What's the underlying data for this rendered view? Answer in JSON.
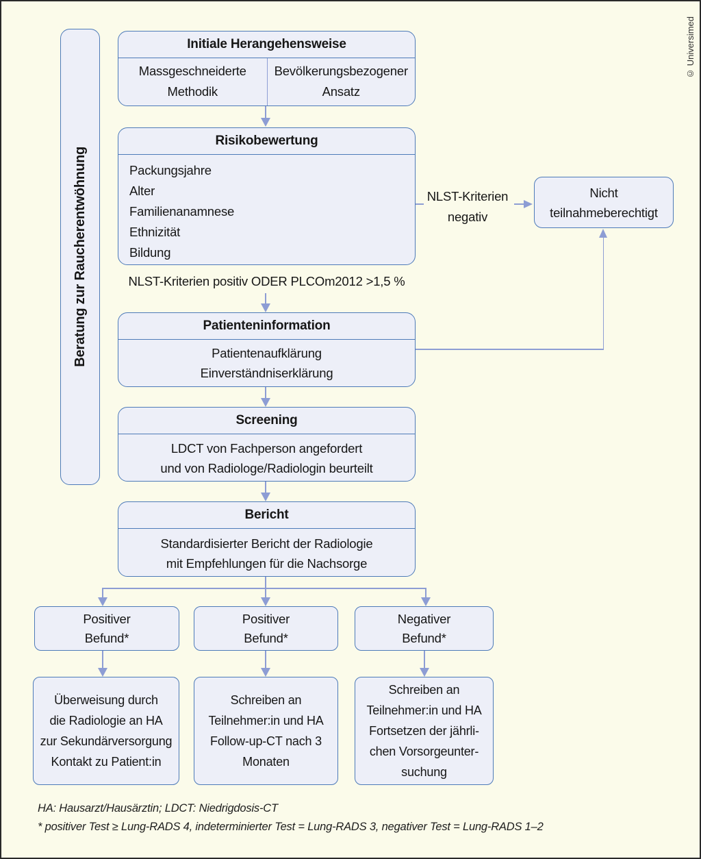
{
  "meta": {
    "copyright": "© Universimed"
  },
  "sidebar": {
    "label": "Beratung zur Raucherentwöhnung"
  },
  "flow": {
    "initial": {
      "title": "Initiale Herangehensweise",
      "tailored": [
        "Massgeschneiderte",
        "Methodik"
      ],
      "population": [
        "Bevölkerungsbezogener",
        "Ansatz"
      ]
    },
    "risk": {
      "title": "Risikobewertung",
      "factors": [
        "Packungsjahre",
        "Alter",
        "Familienanamnese",
        "Ethnizität",
        "Bildung"
      ]
    },
    "nlst_negative_label": [
      "NLST-Kriterien",
      "negativ"
    ],
    "not_eligible": [
      "Nicht",
      "teilnahmeberechtigt"
    ],
    "nlst_positive_label": "NLST-Kriterien positiv ODER PLCOm2012 >1,5 %",
    "patient_info": {
      "title": "Patienteninformation",
      "lines": [
        "Patientenaufklärung",
        "Einverständniserklärung"
      ]
    },
    "screening": {
      "title": "Screening",
      "lines": [
        "LDCT von Fachperson angefordert",
        "und von Radiologe/Radiologin beurteilt"
      ]
    },
    "report": {
      "title": "Bericht",
      "lines": [
        "Standardisierter Bericht der Radiologie",
        "mit Empfehlungen für die Nachsorge"
      ]
    },
    "branches": [
      {
        "finding": [
          "Positiver",
          "Befund*"
        ],
        "outcome": [
          "Überweisung durch",
          "die Radiologie an HA",
          "zur Sekundärversorgung",
          "Kontakt zu Patient:in"
        ]
      },
      {
        "finding": [
          "Positiver",
          "Befund*"
        ],
        "outcome": [
          "Schreiben an",
          "Teilnehmer:in und HA",
          "Follow-up-CT nach 3",
          "Monaten"
        ]
      },
      {
        "finding": [
          "Negativer",
          "Befund*"
        ],
        "outcome": [
          "Schreiben an",
          "Teilnehmer:in und HA",
          "Fortsetzen der jährli-",
          "chen Vorsorgeunter-",
          "suchung"
        ]
      }
    ],
    "footnotes": [
      "HA: Hausarzt/Hausärztin; LDCT: Niedrigdosis-CT",
      "* positiver Test ≥ Lung-RADS 4, indeterminierter Test = Lung-RADS 3, negativer Test = Lung-RADS 1–2"
    ]
  },
  "colors": {
    "background": "#fbfbea",
    "box_fill": "#edeff8",
    "box_border": "#4d7ab8",
    "connector": "#8d9dd4",
    "text": "#161616"
  }
}
